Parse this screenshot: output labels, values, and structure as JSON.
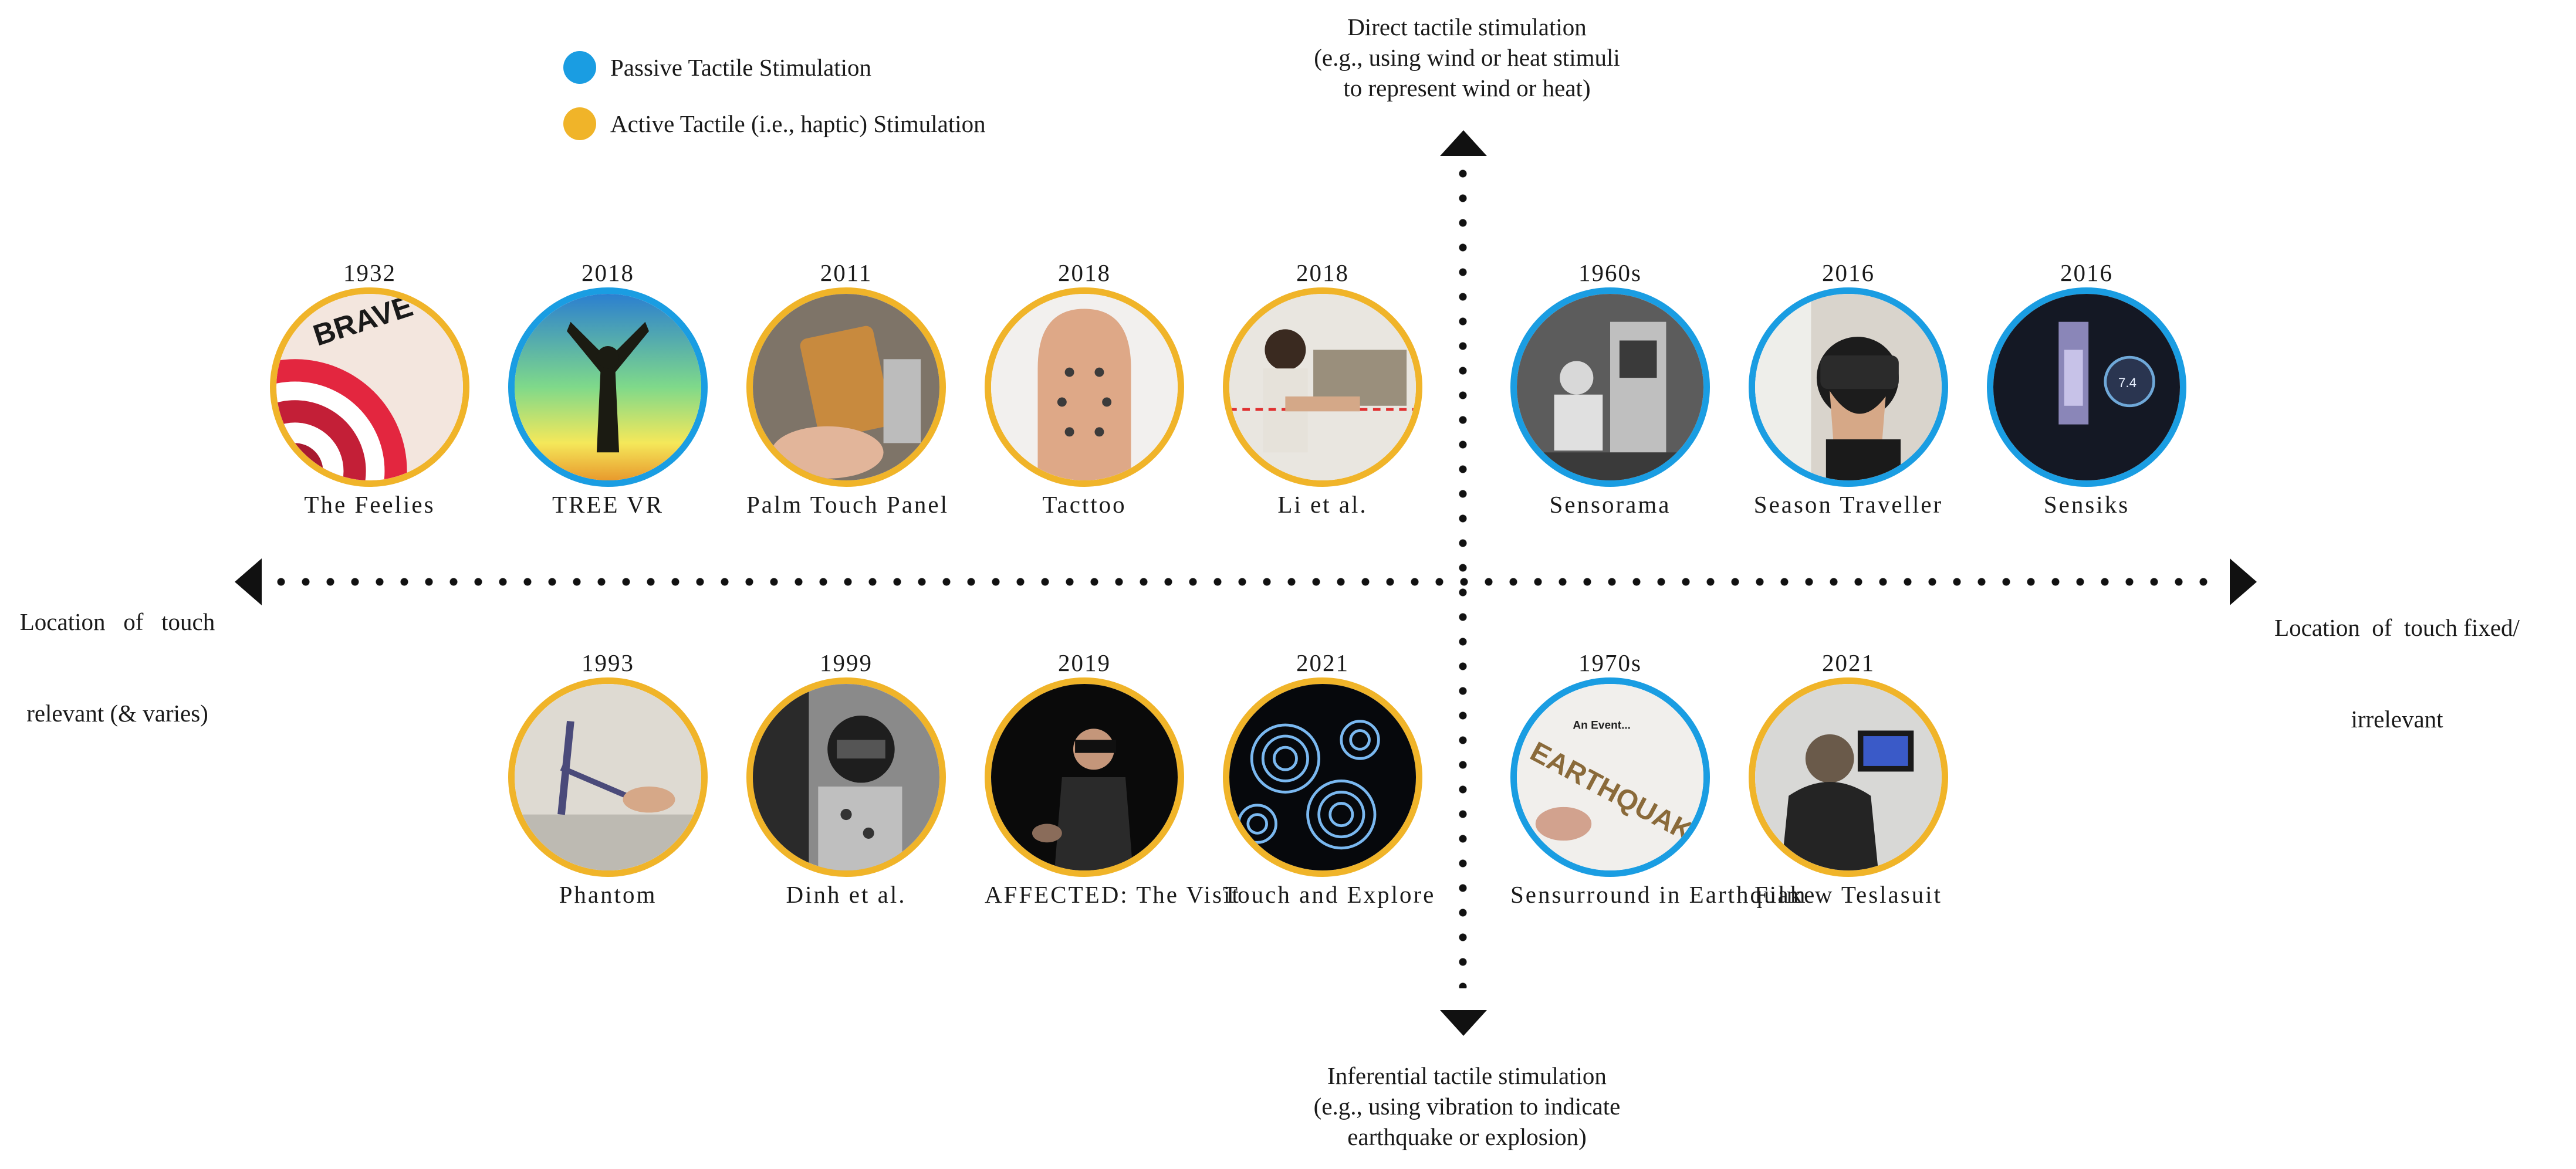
{
  "legend": {
    "passive": {
      "label": "Passive Tactile Stimulation",
      "color": "#1a9de2"
    },
    "active": {
      "label": "Active Tactile (i.e., haptic) Stimulation",
      "color": "#f0b429"
    }
  },
  "axes": {
    "top": [
      "Direct tactile stimulation",
      "(e.g., using wind or heat stimuli",
      "to represent wind or heat)"
    ],
    "bottom": [
      "Inferential tactile stimulation",
      "(e.g., using vibration to indicate",
      "earthquake or explosion)"
    ],
    "left": [
      "Location   of   touch",
      "relevant (& varies)"
    ],
    "right": [
      "Location  of  touch fixed/",
      "irrelevant"
    ]
  },
  "top_row": [
    {
      "year": "1932",
      "name": "The Feelies",
      "type": "active"
    },
    {
      "year": "2018",
      "name": "TREE VR",
      "type": "passive"
    },
    {
      "year": "2011",
      "name": "Palm Touch Panel",
      "type": "active"
    },
    {
      "year": "2018",
      "name": "Tacttoo",
      "type": "active"
    },
    {
      "year": "2018",
      "name": "Li et al.",
      "type": "active"
    },
    {
      "year": "1960s",
      "name": "Sensorama",
      "type": "passive"
    },
    {
      "year": "2016",
      "name": "Season Traveller",
      "type": "passive"
    },
    {
      "year": "2016",
      "name": "Sensiks",
      "type": "passive"
    }
  ],
  "bottom_row": [
    {
      "year": "1993",
      "name": "Phantom",
      "type": "active"
    },
    {
      "year": "1999",
      "name": "Dinh et al.",
      "type": "active"
    },
    {
      "year": "2019",
      "name": "AFFECTED: The Visit",
      "type": "active"
    },
    {
      "year": "2021",
      "name": "Touch and Explore",
      "type": "active"
    },
    {
      "year": "1970s",
      "name": "Sensurround in Earthquake",
      "type": "passive"
    },
    {
      "year": "2021",
      "name": "Film w Teslasuit",
      "type": "active"
    }
  ],
  "image_text": {
    "brave_new_world": "BRAVE NEW WORLD",
    "an_event": "An Event...",
    "earthquake": "EARTHQUAKE",
    "sensiks_screen": "7.4"
  }
}
